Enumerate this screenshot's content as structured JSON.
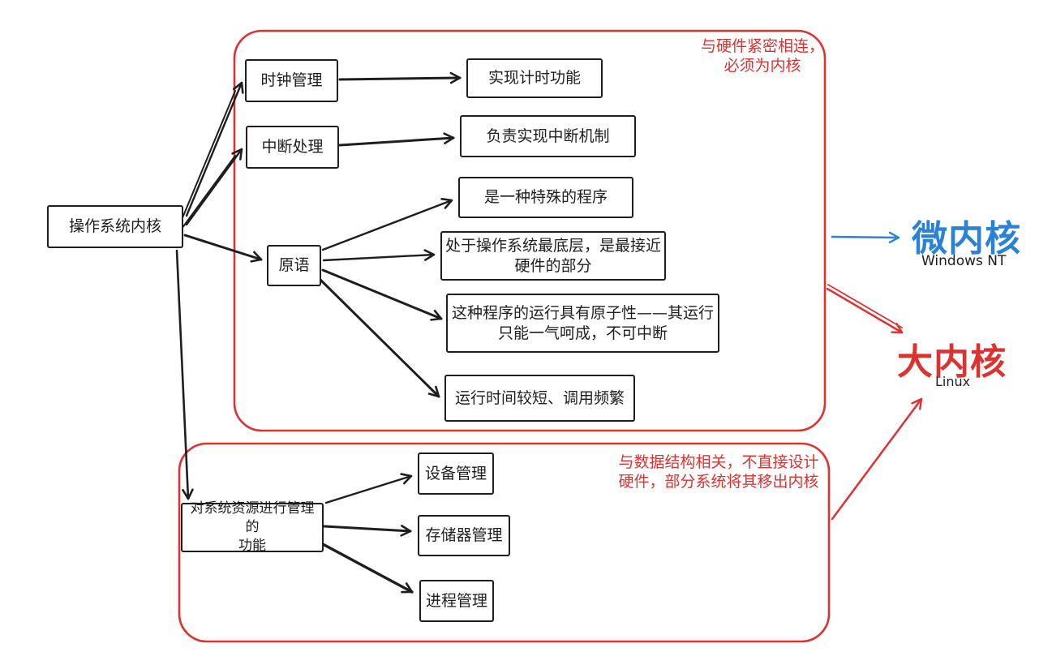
{
  "nodes": {
    "root": "操作系统内核",
    "clock": "时钟管理",
    "interrupt": "中断处理",
    "primitive": "原语",
    "timing": "实现计时功能",
    "interrupt_mech": "负责实现中断机制",
    "special_program": "是一种特殊的程序",
    "lowest_layer": "处于操作系统最底层，是最接近\n硬件的部分",
    "atomic": "这种程序的运行具有原子性——其运行\n只能一气呵成，不可中断",
    "short_freq": "运行时间较短、调用频繁",
    "resource_mgmt": "对系统资源进行管理的\n功能",
    "device": "设备管理",
    "storage": "存储器管理",
    "process": "进程管理"
  },
  "annotations": {
    "hardware_note": "与硬件紧密相连，\n必须为内核",
    "data_note": "与数据结构相关，不直接设计\n硬件，部分系统将其移出内核",
    "micro_kernel": "微内核",
    "micro_example": "Windows NT",
    "macro_kernel": "大内核",
    "macro_example": "Linux"
  },
  "colors": {
    "ink": "#1e1e1e",
    "red": "#e03131",
    "blue": "#2a82d6",
    "background": "#ffffff"
  }
}
